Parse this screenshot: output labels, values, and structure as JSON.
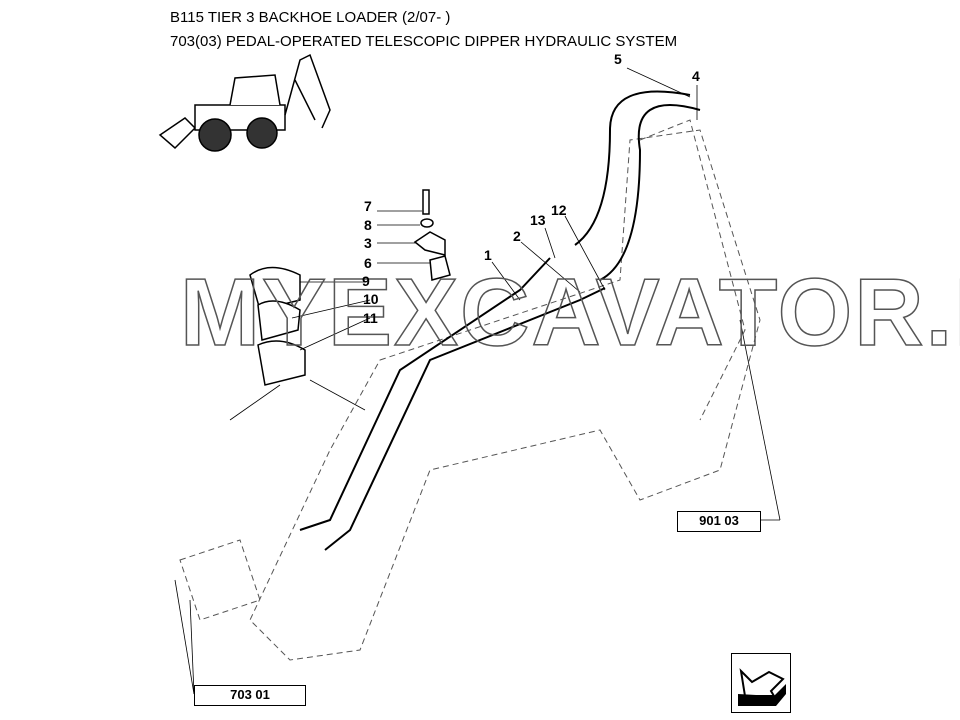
{
  "header": {
    "machine_title": "B115 TIER 3 BACKHOE LOADER (2/07- )",
    "section_title": "703(03) PEDAL-OPERATED TELESCOPIC DIPPER HYDRAULIC SYSTEM"
  },
  "callouts": {
    "c1": "1",
    "c2": "2",
    "c3": "3",
    "c4": "4",
    "c5": "5",
    "c6": "6",
    "c7": "7",
    "c8": "8",
    "c9": "9",
    "c10": "10",
    "c11": "11",
    "c12": "12",
    "c13": "13"
  },
  "references": {
    "ref_901": "901 03",
    "ref_703": "703 01"
  },
  "watermark": "MYEXCAVATOR.RU",
  "icons": {
    "next_page": "arrow-left-down-icon"
  }
}
